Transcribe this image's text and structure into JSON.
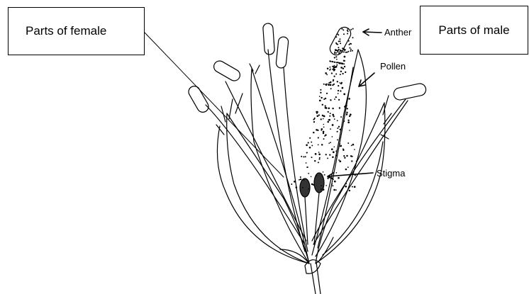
{
  "callouts": {
    "female": "Parts of female",
    "male": "Parts of male"
  },
  "labels": {
    "anther": "Anther",
    "pollen": "Pollen",
    "stigma": "Stigma"
  }
}
